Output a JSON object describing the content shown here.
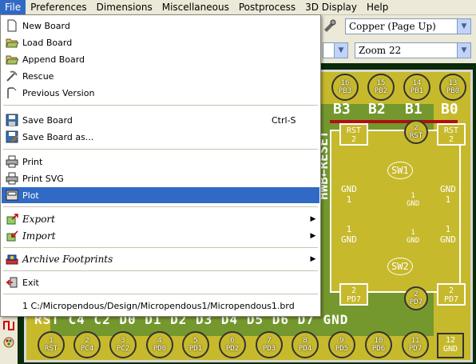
{
  "menubar": {
    "items": [
      "File",
      "Preferences",
      "Dimensions",
      "Miscellaneous",
      "Postprocess",
      "3D Display",
      "Help"
    ],
    "active_index": 0
  },
  "toolbar": {
    "layer_combo": "Copper (Page Up)",
    "zoom_combo": "Zoom 22"
  },
  "file_menu": {
    "items": [
      {
        "label": "New Board",
        "icon": "new-document-icon"
      },
      {
        "label": "Load Board",
        "icon": "open-folder-icon"
      },
      {
        "label": "Append Board",
        "icon": "append-folder-icon"
      },
      {
        "label": "Rescue",
        "icon": "pickaxe-icon"
      },
      {
        "label": "Previous Version",
        "icon": "revert-icon"
      },
      {
        "label": "Save Board",
        "shortcut": "Ctrl-S",
        "icon": "save-icon"
      },
      {
        "label": "Save Board as...",
        "icon": "save-as-icon"
      },
      {
        "label": "Print",
        "icon": "printer-icon"
      },
      {
        "label": "Print SVG",
        "icon": "print-svg-icon"
      },
      {
        "label": "Plot",
        "icon": "plotter-icon",
        "highlighted": true
      },
      {
        "label": "Export",
        "icon": "export-icon",
        "submenu": true
      },
      {
        "label": "Import",
        "icon": "import-icon",
        "submenu": true
      },
      {
        "label": "Archive Footprints",
        "icon": "archive-icon",
        "submenu": true
      },
      {
        "label": "Exit",
        "icon": "exit-icon"
      },
      {
        "label": "1 C:/Micropendous/Design/Micropendous1/Micropendous1.brd"
      }
    ]
  },
  "board": {
    "top_pads": [
      {
        "num": "16",
        "name": "PB3"
      },
      {
        "num": "15",
        "name": "PB2"
      },
      {
        "num": "14",
        "name": "PB1"
      },
      {
        "num": "13",
        "name": "PB0"
      }
    ],
    "top_silk": [
      "B3",
      "B2",
      "B1",
      "B0"
    ],
    "bottom_pads": [
      {
        "num": "1",
        "name": "RST"
      },
      {
        "num": "2",
        "name": "PC4"
      },
      {
        "num": "3",
        "name": "PC2"
      },
      {
        "num": "4",
        "name": "PD0"
      },
      {
        "num": "5",
        "name": "PD1"
      },
      {
        "num": "6",
        "name": "PD2"
      },
      {
        "num": "7",
        "name": "PD3"
      },
      {
        "num": "8",
        "name": "PD4"
      },
      {
        "num": "9",
        "name": "PD5"
      },
      {
        "num": "10",
        "name": "PD6"
      },
      {
        "num": "11",
        "name": "PD7"
      },
      {
        "num": "12",
        "name": "GND"
      }
    ],
    "bottom_silk": "RST C4 C2 D0 D1 D2 D3 D4 D5 D6 D7 GND",
    "bottom_silk_visible": [
      "D5",
      "D6",
      "D7",
      "GND"
    ],
    "reset_label": "HWB←RESET",
    "switch_labels": [
      "SW1",
      "SW2"
    ],
    "sw_pads": {
      "rst_left": {
        "num": "2",
        "name": "RST"
      },
      "rst_right": {
        "num": "2",
        "name": "RST"
      },
      "rst_center": {
        "num": "2",
        "name": "RST"
      },
      "gnd_left_top": {
        "name": "GND",
        "num": "1"
      },
      "gnd_right_top": {
        "name": "GND",
        "num": "1"
      },
      "gnd_center_top": {
        "num": "1",
        "name": "GND"
      },
      "gnd_left_bot": {
        "name": "GND",
        "num": "1"
      },
      "gnd_right_bot": {
        "name": "GND",
        "num": "1"
      },
      "gnd_center_bot": {
        "num": "1",
        "name": "GND"
      },
      "pd7_left": {
        "num": "2",
        "name": "PD7"
      },
      "pd7_right": {
        "num": "2",
        "name": "PD7"
      },
      "pd7_center": {
        "num": "2",
        "name": "PD7"
      }
    }
  }
}
